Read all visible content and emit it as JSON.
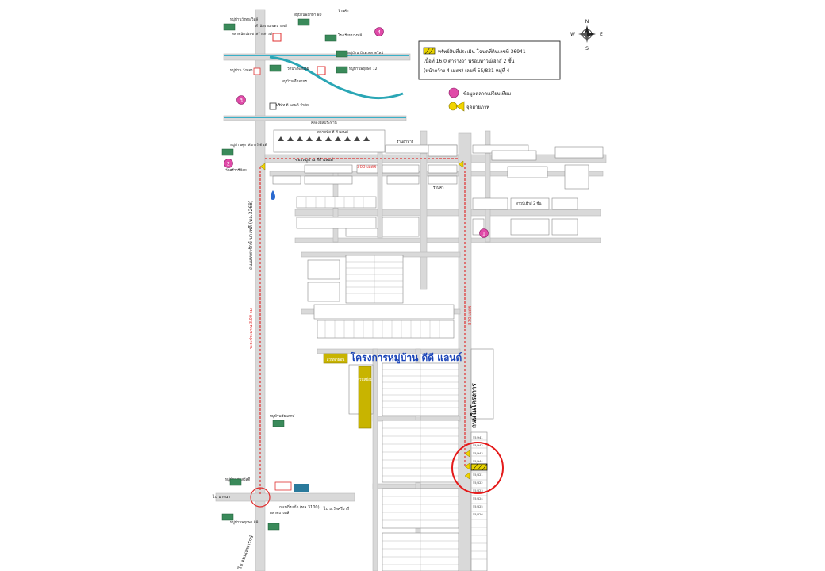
{
  "map": {
    "title": "โครงการหมู่บ้าน ดีดี แลนด์",
    "compass": {
      "n": "N",
      "s": "S",
      "e": "E",
      "w": "W"
    },
    "legend": {
      "subject_line1": "ทรัพย์สินที่ประเมิน โฉนดที่ดินเลขที่ 36941",
      "subject_line2": "เนื้อที่ 16.0 ตารางวา พร้อมทาวน์เฮ้าส์ 2 ชั้น",
      "subject_line3": "(หน้ากว้าง 4 เมตร) เลขที่ 55/821 หมู่ที่ 4",
      "comparable": "ข้อมูลตลาดเปรียบเทียบ",
      "photo": "จุดถ่ายภาพ"
    },
    "roads": {
      "main_road": "ถนนเทพารักษ์-บางพลี (ทล.3268)",
      "village_road": "ถนนในโครงการ",
      "soi": "ซอยหมู่บ้าน ดีดี แลนด์",
      "canal": "คลองชลประทาน",
      "bottom_road": "ถนนกิ่งแก้ว (ทล.3100)",
      "to_left": "ไป บางนา",
      "to_right": "ไป ถ.วัดศรีวารี",
      "to_bottom": "ไป ถนนเทพารักษ์",
      "dist_300": "300 เมตร",
      "dist_870": "870 เมตร",
      "dist_600": "ระยะประมาณ 3.00 กม."
    },
    "landmarks": {
      "lm1": "หมู่บ้านวังทองวิลล์",
      "lm2": "สำนักงานเขตบางพลี",
      "lm3": "หมู่บ้านพฤกษา 80",
      "lm4": "โรงเรียนบางพลี",
      "lm5": "หมู่บ้าน บี.เค.ตลาดใหม่",
      "lm6": "ร้านค้า",
      "lm7": "ตลาดนัดประชาสร้างสรรค์",
      "lm8": "หมู่บ้าน วังทอง",
      "lm9": "วัดบางพลีน้อย",
      "lm10": "บริษัท ดี แลนด์ จำกัด",
      "lm11": "หมู่บ้านพฤกษา 12",
      "lm12": "หมู่บ้านเอื้ออาทร",
      "lm13": "ตลาดนัด ดี ดี แลนด์",
      "lm14": "หมู่บ้านศุภาลัยการ์เด้นท์",
      "lm15": "วัดศรีวารีน้อย",
      "lm16": "หมู่บ้านชัยพฤกษ์",
      "lm17": "หมู่บ้านสุขสวัสดิ์",
      "lm18": "หมู่บ้านพฤกษา 88",
      "lm19": "ตลาดบางพลี",
      "lm20": "สวนหย่อม",
      "lm21": "สวนพักผ่อน",
      "lm22": "ร้านค้า",
      "lm23": "ร้านอาหาร",
      "lm24": "ทาวน์เฮ้าส์ 2 ชั้น"
    },
    "markers": {
      "m1": "1",
      "m2": "2",
      "m3": "3",
      "m4": "4"
    },
    "plots": {
      "a": "55/941",
      "b": "55/942",
      "c": "55/943",
      "d": "55/944",
      "e": "55/821",
      "f": "55/822",
      "g": "55/823",
      "h": "55/824",
      "i": "55/825",
      "j": "55/826"
    },
    "colors": {
      "road": "#d9d9d9",
      "main_road": "#c8c8c8",
      "route": "#e03030",
      "canal": "#2aa6b5",
      "water": "#3ab0c8",
      "circle": "#e41a1a",
      "comparable": "#e04aa8",
      "photo": "#f2d400",
      "subject": "#e6d200",
      "park": "#c8b400",
      "title": "#1a44b8"
    }
  }
}
